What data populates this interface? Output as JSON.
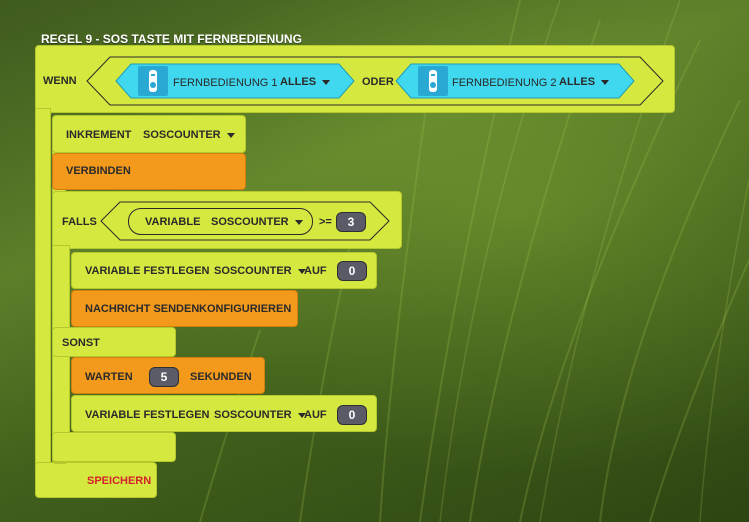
{
  "rule": {
    "title": "REGEL 9 - SOS TASTE MIT FERNBEDIENUNG"
  },
  "when": {
    "label": "WENN",
    "or_label": "ODER",
    "remote1": {
      "name": "FERNBEDIENUNG 1",
      "selector": "ALLES",
      "icon": "remote-control-icon"
    },
    "remote2": {
      "name": "FERNBEDIENUNG 2",
      "selector": "ALLES",
      "icon": "remote-control-icon"
    }
  },
  "increment": {
    "label": "INKREMENT",
    "variable": "SOSCOUNTER"
  },
  "connect": {
    "label": "VERBINDEN"
  },
  "if": {
    "label": "FALLS",
    "variable_label": "VARIABLE",
    "variable": "SOSCOUNTER",
    "operator": ">=",
    "value": "3",
    "then": {
      "set_variable": {
        "label": "VARIABLE FESTLEGEN",
        "variable": "SOSCOUNTER",
        "to_label": "AUF",
        "value": "0"
      },
      "send_message": {
        "label": "NACHRICHT SENDEN",
        "target": "KONFIGURIEREN"
      }
    },
    "else_label": "SONST",
    "else": {
      "wait": {
        "label": "WARTEN",
        "value": "5",
        "unit": "SEKUNDEN"
      },
      "set_variable": {
        "label": "VARIABLE FESTLEGEN",
        "variable": "SOSCOUNTER",
        "to_label": "AUF",
        "value": "0"
      }
    }
  },
  "save": {
    "label": "SPEICHERN"
  },
  "colors": {
    "block_lime": "#d5e83f",
    "block_orange": "#f39a1d",
    "remote_cyan": "#40d8ee",
    "save_red": "#d4232a",
    "number_bg": "#5a5b66"
  }
}
